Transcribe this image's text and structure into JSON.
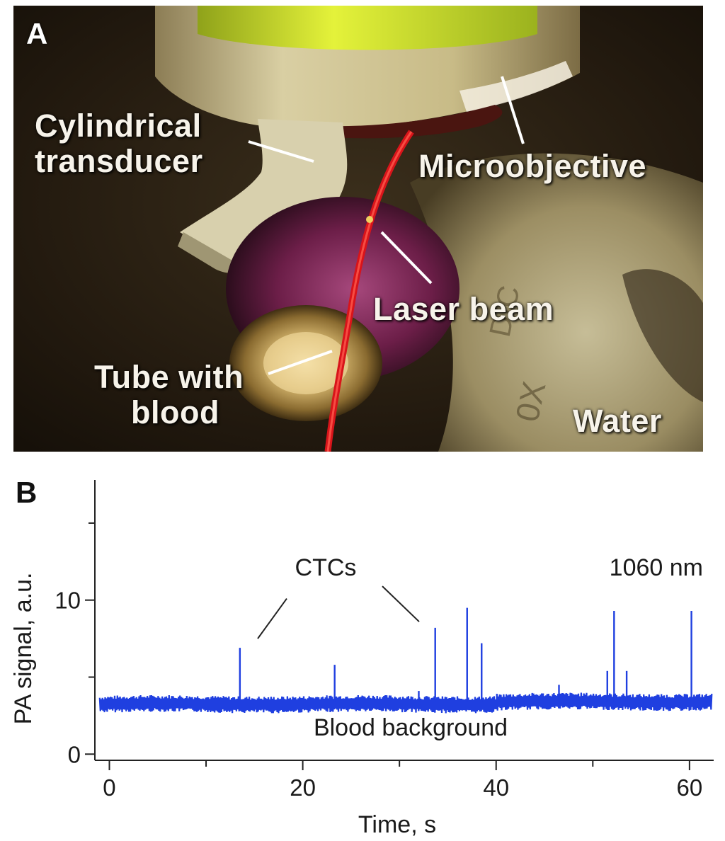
{
  "panel_a": {
    "letter": "A",
    "labels": {
      "transducer": [
        "Cylindrical",
        "transducer"
      ],
      "microobjective": "Microobjective",
      "laser_beam": "Laser beam",
      "tube": [
        "Tube with",
        "blood"
      ],
      "water": "Water"
    }
  },
  "panel_b": {
    "letter": "B"
  },
  "chart_data": {
    "type": "line",
    "xlabel": "Time, s",
    "ylabel": "PA signal, a.u.",
    "xlim": [
      -1.5,
      62.5
    ],
    "ylim": [
      -0.4,
      17.8
    ],
    "x_ticks": [
      0,
      20,
      40,
      60
    ],
    "x_minor_ticks": [
      10,
      30,
      50
    ],
    "y_ticks": [
      0,
      10
    ],
    "y_minor_ticks": [
      5,
      15
    ],
    "line_color": "#1f3fe0",
    "baseline_level": 3.4,
    "series": [
      {
        "baseline_noise_range": [
          2.8,
          3.9
        ],
        "peaks": [
          {
            "x": 13.5,
            "y": 6.9
          },
          {
            "x": 23.3,
            "y": 5.8
          },
          {
            "x": 32.0,
            "y": 4.1
          },
          {
            "x": 33.7,
            "y": 8.2
          },
          {
            "x": 37.0,
            "y": 9.5
          },
          {
            "x": 38.5,
            "y": 7.2
          },
          {
            "x": 46.5,
            "y": 4.5
          },
          {
            "x": 51.5,
            "y": 5.4
          },
          {
            "x": 52.2,
            "y": 9.3
          },
          {
            "x": 53.5,
            "y": 5.4
          },
          {
            "x": 60.2,
            "y": 9.3
          }
        ]
      }
    ],
    "annotations": {
      "ctcs": "CTCs",
      "wavelength": "1060 nm",
      "background": "Blood background"
    },
    "grid": false
  }
}
